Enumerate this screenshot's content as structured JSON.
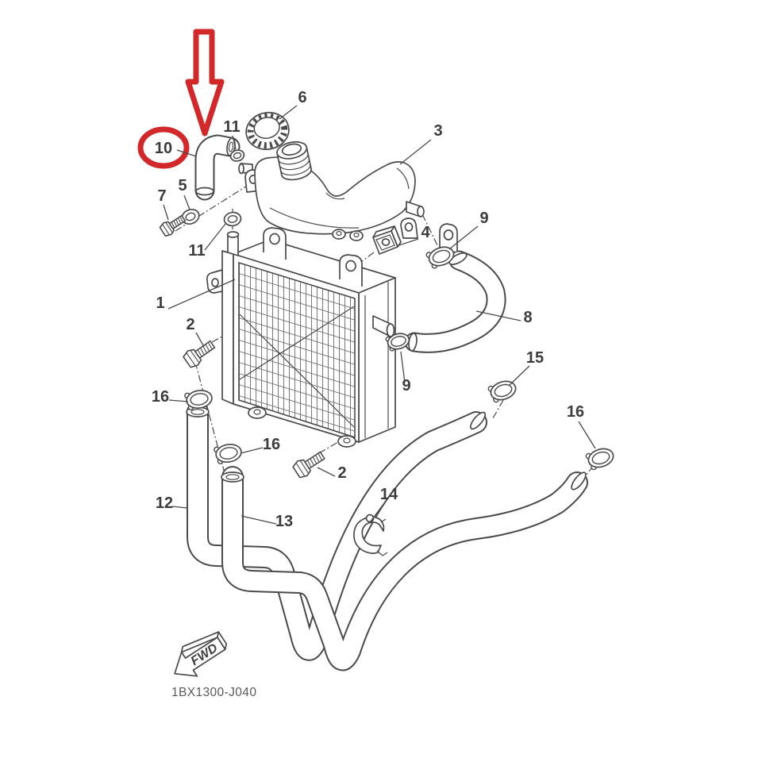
{
  "diagram": {
    "type": "exploded-parts-diagram",
    "code": "1BX1300-J040",
    "fwd_label": "FWD",
    "highlighted_part": "10",
    "colors": {
      "line": "#4a4a4a",
      "highlight": "#d3282a",
      "background": "#ffffff",
      "label_text": "#3c3c3c",
      "code_text": "#5a5a5a"
    },
    "labels": {
      "l1": "1",
      "l2a": "2",
      "l2b": "2",
      "l3": "3",
      "l4": "4",
      "l5": "5",
      "l6": "6",
      "l7": "7",
      "l8": "8",
      "l9a": "9",
      "l9b": "9",
      "l10": "10",
      "l11a": "11",
      "l11b": "11",
      "l12": "12",
      "l13": "13",
      "l14": "14",
      "l15": "15",
      "l16a": "16",
      "l16b": "16",
      "l16c": "16"
    }
  }
}
